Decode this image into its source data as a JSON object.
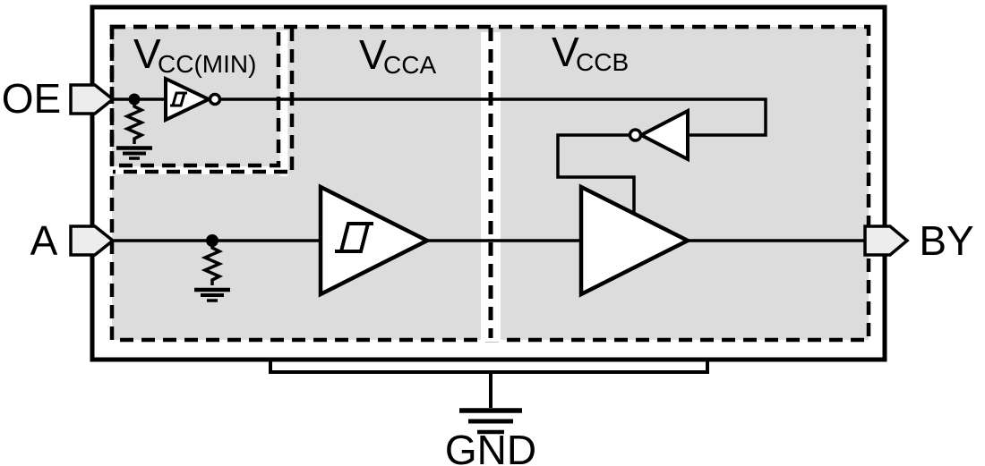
{
  "pins": {
    "oe": {
      "label": "OE"
    },
    "a": {
      "label": "A"
    },
    "by": {
      "label": "BY"
    },
    "gnd": {
      "label": "GND"
    }
  },
  "power_domains": {
    "vcc_min": {
      "symbol": "V",
      "subscript": "CC(MIN)"
    },
    "vcca": {
      "symbol": "V",
      "subscript": "CCA"
    },
    "vccb": {
      "symbol": "V",
      "subscript": "CCB"
    }
  },
  "colors": {
    "domain_fill": "#dcdcdc",
    "pin_fill": "#ededed",
    "line": "#000000",
    "background": "#ffffff"
  }
}
